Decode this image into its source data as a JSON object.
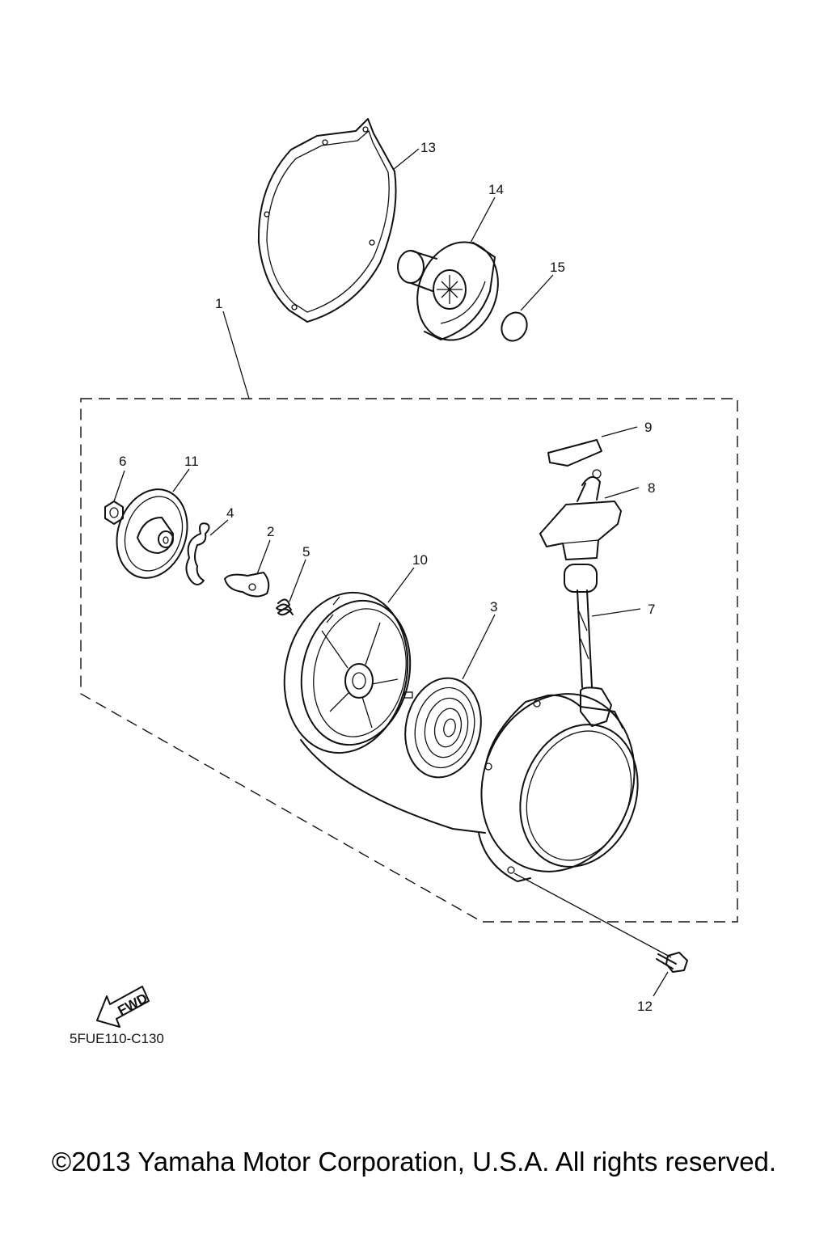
{
  "diagram": {
    "part_labels": {
      "p1": "1",
      "p2": "2",
      "p3": "3",
      "p4": "4",
      "p5": "5",
      "p6": "6",
      "p7": "7",
      "p8": "8",
      "p9": "9",
      "p10": "10",
      "p11": "11",
      "p12": "12",
      "p13": "13",
      "p14": "14",
      "p15": "15"
    },
    "direction_arrow": "FWD",
    "diagram_code": "5FUE110-C130"
  },
  "footer": {
    "copyright": "©2013 Yamaha Motor Corporation, U.S.A. All rights reserved."
  }
}
